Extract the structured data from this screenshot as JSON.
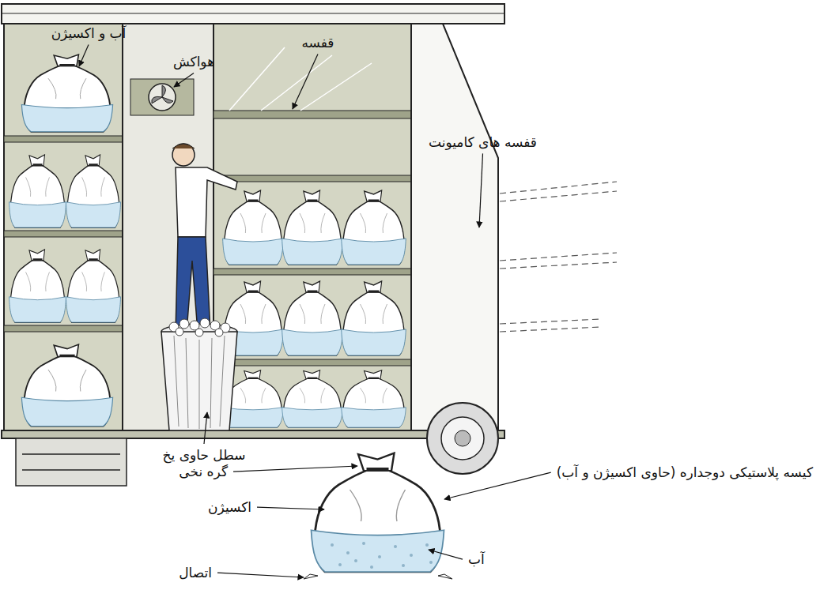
{
  "diagram": {
    "labels": [
      "آب و اکسیژن",
      "قفسه",
      "هواکش",
      "قفسه های کامیونت",
      "سطل حاوی یخ",
      "گره نخی",
      "کیسه پلاستیکی دوجداره (حاوی اکسیژن و آب)",
      "اکسیژن",
      "آب",
      "اتصال"
    ]
  }
}
